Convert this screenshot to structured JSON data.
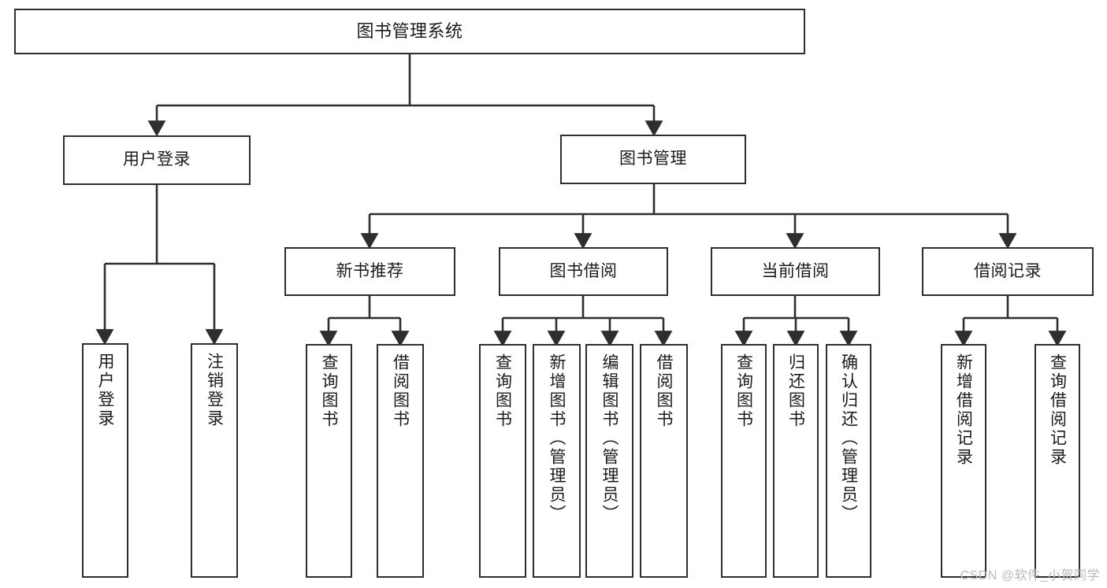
{
  "diagram": {
    "title": "图书管理系统",
    "type": "hierarchy-tree",
    "root": {
      "id": "root",
      "label": "图书管理系统"
    },
    "level2": [
      {
        "id": "user-login",
        "label": "用户登录"
      },
      {
        "id": "book-manage",
        "label": "图书管理"
      }
    ],
    "level3": [
      {
        "id": "new-book-recommend",
        "label": "新书推荐",
        "parent": "book-manage"
      },
      {
        "id": "book-borrow",
        "label": "图书借阅",
        "parent": "book-manage"
      },
      {
        "id": "current-borrow",
        "label": "当前借阅",
        "parent": "book-manage"
      },
      {
        "id": "borrow-record",
        "label": "借阅记录",
        "parent": "book-manage"
      }
    ],
    "leaves": {
      "user-login": [
        {
          "id": "leaf-user-login",
          "label": "用户登录"
        },
        {
          "id": "leaf-logout",
          "label": "注销登录"
        }
      ],
      "new-book-recommend": [
        {
          "id": "leaf-query-book-1",
          "label": "查询图书"
        },
        {
          "id": "leaf-borrow-book-1",
          "label": "借阅图书"
        }
      ],
      "book-borrow": [
        {
          "id": "leaf-query-book-2",
          "label": "查询图书"
        },
        {
          "id": "leaf-add-book",
          "label": "新增图书（管理员）"
        },
        {
          "id": "leaf-edit-book",
          "label": "编辑图书（管理员）"
        },
        {
          "id": "leaf-borrow-book-2",
          "label": "借阅图书"
        }
      ],
      "current-borrow": [
        {
          "id": "leaf-query-book-3",
          "label": "查询图书"
        },
        {
          "id": "leaf-return-book",
          "label": "归还图书"
        },
        {
          "id": "leaf-confirm-return",
          "label": "确认归还（管理员）"
        }
      ],
      "borrow-record": [
        {
          "id": "leaf-add-record",
          "label": "新增借阅记录"
        },
        {
          "id": "leaf-query-record",
          "label": "查询借阅记录"
        }
      ]
    }
  },
  "watermark": {
    "text": "CSDN @软件_小贺同学"
  },
  "colors": {
    "stroke": "#2e2e2e",
    "fill": "#ffffff",
    "text": "#1b1b1b",
    "watermark": "#b9b9b9"
  }
}
